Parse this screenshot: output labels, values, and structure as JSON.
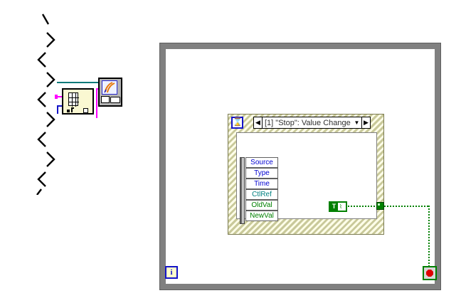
{
  "app": {
    "title": "LabVIEW Block Diagram",
    "background_color": "#ffffff"
  },
  "left_cluster": {
    "zigzag": {
      "name": "broken-wire-zigzag",
      "description": "zigzag decorative line"
    },
    "property_node": {
      "name": "yellow-property-node",
      "icon": "grid-icon",
      "fill_color": "#faf8d2",
      "border_color": "#000000"
    },
    "vi_node": {
      "name": "subvi-icon-node",
      "icon": "camera-vi-icon",
      "fill_color": "#b4b4b4"
    },
    "wires": {
      "teal_color": "#0a7a7a",
      "blue_color": "#1414c8",
      "magenta_color": "#ff00ff"
    }
  },
  "while_loop": {
    "name": "while-loop",
    "border_color": "#808080",
    "iteration_terminal": {
      "label": "i",
      "color": "#1414c8"
    },
    "conditional_terminal": {
      "icon": "stop-sign-icon",
      "color": "#008000",
      "sign_color": "#e00000"
    }
  },
  "event_structure": {
    "name": "event-structure",
    "border_style": "diagonal-hatch",
    "header": {
      "timeout_icon": "hourglass-icon",
      "prev_arrow": "◀",
      "next_arrow": "▶",
      "dropdown_arrow": "▼",
      "case_label": "[1] \"Stop\": Value Change"
    },
    "event_data_node": {
      "name": "event-data-node",
      "terminals": [
        {
          "label": "Source",
          "color_class": "c-blue"
        },
        {
          "label": "Type",
          "color_class": "c-blue"
        },
        {
          "label": "Time",
          "color_class": "c-blue"
        },
        {
          "label": "CtlRef",
          "color_class": "c-teal"
        },
        {
          "label": "OldVal",
          "color_class": "c-green"
        },
        {
          "label": "NewVal",
          "color_class": "c-green"
        }
      ]
    }
  },
  "boolean_constant": {
    "name": "true-constant",
    "value": "T",
    "cursor_glyph": "⌇",
    "color": "#008000"
  },
  "wires_green": {
    "color": "#008000",
    "style": "dotted"
  }
}
